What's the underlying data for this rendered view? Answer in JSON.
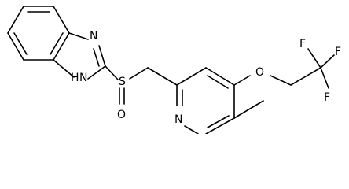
{
  "molecule": {
    "atoms": [
      {
        "id": "c1",
        "label": ""
      },
      {
        "id": "c2",
        "label": ""
      },
      {
        "id": "c3",
        "label": ""
      },
      {
        "id": "c4",
        "label": ""
      },
      {
        "id": "c5",
        "label": ""
      },
      {
        "id": "c6",
        "label": ""
      },
      {
        "id": "n3",
        "label": "N"
      },
      {
        "id": "c2i",
        "label": ""
      },
      {
        "id": "n1",
        "label": "H\nN"
      },
      {
        "id": "s",
        "label": "S"
      },
      {
        "id": "o_s",
        "label": "O"
      },
      {
        "id": "ch2",
        "label": ""
      },
      {
        "id": "p2",
        "label": ""
      },
      {
        "id": "p3",
        "label": ""
      },
      {
        "id": "p4",
        "label": ""
      },
      {
        "id": "p5",
        "label": ""
      },
      {
        "id": "p6",
        "label": ""
      },
      {
        "id": "pn",
        "label": "N"
      },
      {
        "id": "me",
        "label": ""
      },
      {
        "id": "o_e",
        "label": "O"
      },
      {
        "id": "ch2b",
        "label": ""
      },
      {
        "id": "cf3",
        "label": ""
      },
      {
        "id": "f1",
        "label": "F"
      },
      {
        "id": "f2",
        "label": "F"
      },
      {
        "id": "f3",
        "label": "F"
      }
    ],
    "labels": {
      "n_imidazole": "N",
      "nh_h": "H",
      "nh_n": "N",
      "sulfur": "S",
      "sulfinyl_o": "O",
      "pyridine_n": "N",
      "ether_o": "O",
      "f_a": "F",
      "f_b": "F",
      "f_c": "F"
    }
  }
}
